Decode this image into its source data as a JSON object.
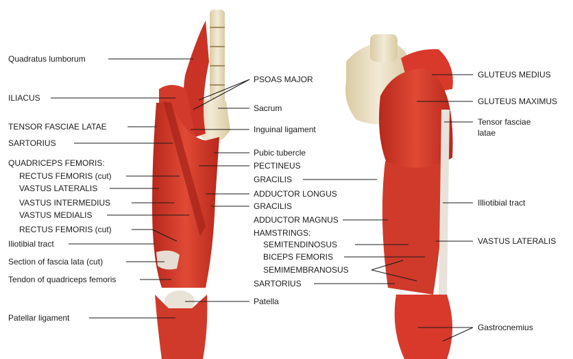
{
  "anterior_view": {
    "labels": {
      "quadratus_lumborum": "Quadratus lumborum",
      "iliacus": "ILIACUS",
      "tensor_fasciae_latae": "TENSOR FASCIAE LATAE",
      "sartorius": "SARTORIUS",
      "quadriceps_femoris": "QUADRICEPS FEMORIS:",
      "rectus_femoris_cut_upper": "RECTUS FEMORIS (cut)",
      "vastus_lateralis": "VASTUS LATERALIS",
      "vastus_intermedius": "VASTUS INTERMEDIUS",
      "vastus_medialis": "VASTUS MEDIALIS",
      "rectus_femoris_cut_lower": "RECTUS FEMORIS (cut)",
      "iliotibial_tract": "Iliotibial tract",
      "section_fascia_lata": "Section of fascia lata (cut)",
      "tendon_quadriceps": "Tendon of quadriceps femoris",
      "patellar_ligament": "Patellar ligament",
      "psoas_major": "PSOAS MAJOR",
      "sacrum": "Sacrum",
      "inguinal_ligament": "Inguinal ligament",
      "pubic_tubercle": "Pubic tubercle",
      "pectineus": "PECTINEUS",
      "gracilis": "GRACILIS",
      "adductor_longus": "ADDUCTOR LONGUS",
      "gracilis_2": "GRACILIS",
      "adductor_magnus": "ADDUCTOR MAGNUS",
      "patella": "Patella"
    }
  },
  "posterior_view": {
    "labels": {
      "hamstrings": "HAMSTRINGS:",
      "semitendinosus": "SEMITENDINOSUS",
      "biceps_femoris": "BICEPS FEMORIS",
      "semimembranosus": "SEMIMEMBRANOSUS",
      "sartorius": "SARTORIUS",
      "gluteus_medius": "GLUTEUS MEDIUS",
      "gluteus_maximus": "GLUTEUS MAXIMUS",
      "tensor_fasciae_latae_1": "Tensor fasciae",
      "tensor_fasciae_latae_2": "latae",
      "iliotibial_tract": "Illiotibial tract",
      "vastus_lateralis": "VASTUS LATERALIS",
      "gastrocnemius": "Gastrocnemius"
    }
  },
  "colors": {
    "muscle": "#d8392b",
    "muscle_dark": "#b52a1f",
    "bone": "#e8dcc0",
    "tendon": "#eae6df"
  }
}
